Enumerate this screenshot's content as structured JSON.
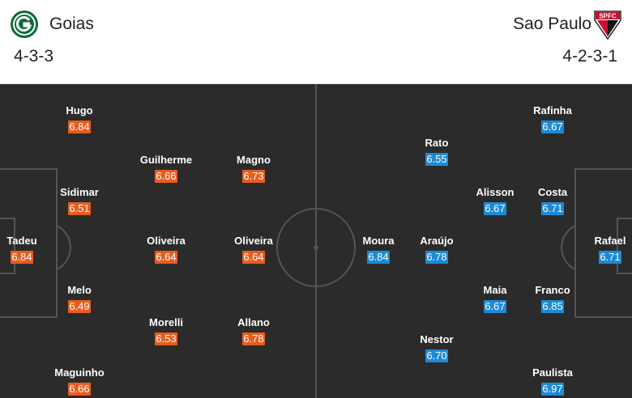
{
  "home": {
    "name": "Goias",
    "formation": "4-3-3",
    "rating_color": "#e85d1f",
    "logo_icon": "goias-crest",
    "players": [
      {
        "name": "Tadeu",
        "rating": "6.84"
      },
      {
        "name": "Hugo",
        "rating": "6.84"
      },
      {
        "name": "Sidimar",
        "rating": "6.51"
      },
      {
        "name": "Melo",
        "rating": "6.49"
      },
      {
        "name": "Maguinho",
        "rating": "6.66"
      },
      {
        "name": "Guilherme",
        "rating": "6.66"
      },
      {
        "name": "Oliveira",
        "rating": "6.64"
      },
      {
        "name": "Morelli",
        "rating": "6.53"
      },
      {
        "name": "Magno",
        "rating": "6.73"
      },
      {
        "name": "Oliveira",
        "rating": "6.64"
      },
      {
        "name": "Allano",
        "rating": "6.78"
      }
    ]
  },
  "away": {
    "name": "Sao Paulo",
    "formation": "4-2-3-1",
    "rating_color": "#1e8ad6",
    "logo_icon": "spfc-crest",
    "logo_text": "SPFC",
    "players": [
      {
        "name": "Rafael",
        "rating": "6.71"
      },
      {
        "name": "Rafinha",
        "rating": "6.67"
      },
      {
        "name": "Costa",
        "rating": "6.71"
      },
      {
        "name": "Franco",
        "rating": "6.85"
      },
      {
        "name": "Paulista",
        "rating": "6.97"
      },
      {
        "name": "Alisson",
        "rating": "6.67"
      },
      {
        "name": "Maia",
        "rating": "6.67"
      },
      {
        "name": "Rato",
        "rating": "6.55"
      },
      {
        "name": "Araújo",
        "rating": "6.78"
      },
      {
        "name": "Nestor",
        "rating": "6.70"
      },
      {
        "name": "Moura",
        "rating": "6.84"
      }
    ]
  },
  "pitch_color": "#2b2b2b"
}
